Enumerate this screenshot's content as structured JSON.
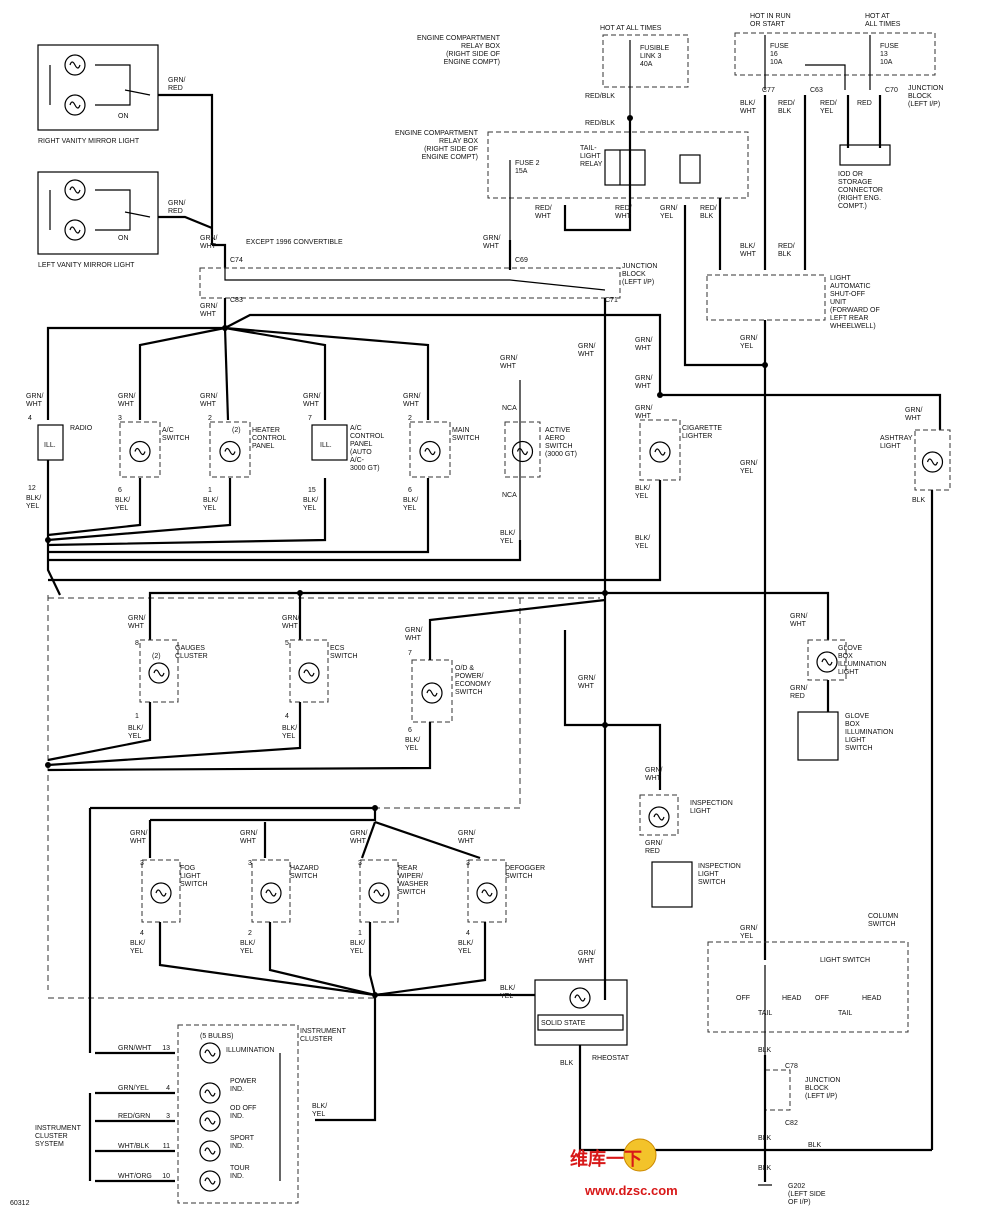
{
  "top": {
    "relay_box_fuse_link": [
      "ENGINE COMPARTMENT",
      "RELAY BOX",
      "(RIGHT SIDE OF",
      "ENGINE COMPT)"
    ],
    "hot_at_all_times": "HOT AT ALL TIMES",
    "fusible_link": [
      "FUSIBLE",
      "LINK 3",
      "40A"
    ],
    "hot_in_run": [
      "HOT IN RUN",
      "OR START"
    ],
    "hot_all_times_right": [
      "HOT AT",
      "ALL TIMES"
    ],
    "fuse_16": [
      "FUSE",
      "16",
      "10A"
    ],
    "fuse_13": [
      "FUSE",
      "13",
      "10A"
    ],
    "junction_block_right": [
      "JUNCTION",
      "BLOCK",
      "(LEFT I/P)"
    ],
    "iod_connector": [
      "IOD OR",
      "STORAGE",
      "CONNECTOR",
      "(RIGHT ENG.",
      "COMPT.)"
    ],
    "relay_box_2": [
      "ENGINE COMPARTMENT",
      "RELAY BOX",
      "(RIGHT SIDE OF",
      "ENGINE COMPT)"
    ],
    "fuse_2": [
      "FUSE 2",
      "15A"
    ],
    "tail_light_relay": [
      "TAIL-",
      "LIGHT",
      "RELAY"
    ],
    "light_auto_unit": [
      "LIGHT",
      "AUTOMATIC",
      "SHUT-OFF",
      "UNIT",
      "(FORWARD OF",
      "LEFT REAR",
      "WHEELWELL)"
    ],
    "junction_block_left": [
      "JUNCTION",
      "BLOCK",
      "(LEFT I/P)"
    ],
    "except": "EXCEPT 1996 CONVERTIBLE",
    "connectors": {
      "c77": "C77",
      "c63": "C63",
      "c70": "C70",
      "c74": "C74",
      "c69": "C69",
      "c83": "C83",
      "c71": "C71",
      "c78": "C78",
      "c82": "C82"
    }
  },
  "mirrors": {
    "right": "RIGHT VANITY MIRROR LIGHT",
    "left": "LEFT VANITY MIRROR LIGHT",
    "on": "ON"
  },
  "wires": {
    "grn_red": [
      "GRN/",
      "RED"
    ],
    "grn_wht": [
      "GRN/",
      "WHT"
    ],
    "blk_yel": [
      "BLK/",
      "YEL"
    ],
    "red_blk": "RED/BLK",
    "red_blk2": [
      "RED/",
      "BLK"
    ],
    "red_wht": [
      "RED/",
      "WHT"
    ],
    "grn_yel": [
      "GRN/",
      "YEL"
    ],
    "red_yel": [
      "RED/",
      "YEL"
    ],
    "red": "RED",
    "blk_wht": [
      "BLK/",
      "WHT"
    ],
    "blk": "BLK",
    "grn_red2": [
      "GRN/",
      "RED"
    ]
  },
  "components": {
    "radio": "RADIO",
    "ill": "ILL.",
    "ac_switch": [
      "A/C",
      "SWITCH"
    ],
    "heater": [
      "HEATER",
      "CONTROL",
      "PANEL"
    ],
    "ac_panel": [
      "A/C",
      "CONTROL",
      "PANEL",
      "(AUTO",
      "A/C-",
      "3000 GT)"
    ],
    "main_switch": [
      "MAIN",
      "SWITCH"
    ],
    "active_aero": [
      "ACTIVE",
      "AERO",
      "SWITCH",
      "(3000 GT)"
    ],
    "nca": "NCA",
    "cigarette": [
      "CIGARETTE",
      "LIGHTER"
    ],
    "ashtray": [
      "ASHTRAY",
      "LIGHT"
    ],
    "gauges": [
      "GAUGES",
      "CLUSTER"
    ],
    "ecs": [
      "ECS",
      "SWITCH"
    ],
    "od_power": [
      "O/D &",
      "POWER/",
      "ECONOMY",
      "SWITCH"
    ],
    "glove_light": [
      "GLOVE",
      "BOX",
      "ILLUMINATION",
      "LIGHT"
    ],
    "glove_switch": [
      "GLOVE",
      "BOX",
      "ILLUMINATION",
      "LIGHT",
      "SWITCH"
    ],
    "inspection_light": [
      "INSPECTION",
      "LIGHT"
    ],
    "inspection_switch": [
      "INSPECTION",
      "LIGHT",
      "SWITCH"
    ],
    "fog": [
      "FOG",
      "LIGHT",
      "SWITCH"
    ],
    "hazard": [
      "HAZARD",
      "SWITCH"
    ],
    "rear_wiper": [
      "REAR",
      "WIPER/",
      "WASHER",
      "SWITCH"
    ],
    "defogger": [
      "DEFOGGER",
      "SWITCH"
    ],
    "column_switch": [
      "COLUMN",
      "SWITCH"
    ],
    "light_switch": "LIGHT SWITCH",
    "off": "OFF",
    "tail": "TAIL",
    "head": "HEAD",
    "solid_state": "SOLID STATE",
    "rheostat": "RHEOSTAT",
    "junction_block_c78": [
      "JUNCTION",
      "BLOCK",
      "(LEFT I/P)"
    ],
    "g202": [
      "G202",
      "(LEFT SIDE",
      "OF I/P)"
    ],
    "two": "(2)",
    "instrument_cluster": [
      "INSTRUMENT",
      "CLUSTER"
    ],
    "bulbs": "(5 BULBS)",
    "illumination": "ILLUMINATION",
    "power_ind": [
      "POWER",
      "IND."
    ],
    "od_off_ind": [
      "OD OFF",
      "IND."
    ],
    "sport_ind": [
      "SPORT",
      "IND."
    ],
    "tour_ind": [
      "TOUR",
      "IND."
    ],
    "ics": [
      "INSTRUMENT",
      "CLUSTER",
      "SYSTEM"
    ]
  },
  "cluster_wires": [
    "GRN/WHT",
    "GRN/YEL",
    "RED/GRN",
    "WHT/BLK",
    "WHT/ORG"
  ],
  "cluster_pins": [
    "13",
    "4",
    "3",
    "11",
    "10"
  ],
  "figure_id": "60312",
  "watermark": {
    "line1": "维库一下",
    "url": "www.dzsc.com"
  }
}
